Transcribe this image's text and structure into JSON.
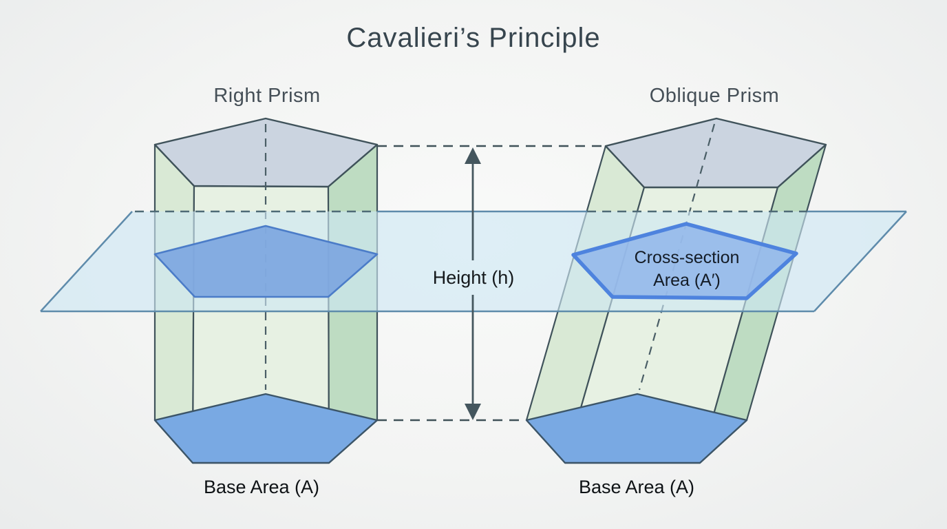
{
  "title": "Cavalieri’s Principle",
  "labels": {
    "left_prism": "Right Prism",
    "right_prism": "Oblique Prism",
    "height": "Height (h)",
    "cross_section_line1": "Cross-section",
    "cross_section_line2": "Area (A′)",
    "base_area_left": "Base Area (A)",
    "base_area_right": "Base Area (A)"
  },
  "colors": {
    "background": "#f1f2f1",
    "prism_outline": "#3f525a",
    "top_face_fill": "#cbd4e0",
    "front_face_fill": "#e6f0e2",
    "left_face_fill": "#d9e9d5",
    "right_face_fill": "#bedcc2",
    "base_fill": "#79a9e3",
    "base_outline": "#3c5568",
    "cross_section_fill": "#8cb0e8",
    "cross_section_stroke": "#4b7cc8",
    "cross_section_highlight_stroke": "#4e83de",
    "plane_fill": "#cde7f3",
    "plane_stroke": "#5e8bab",
    "dashed_line": "#3f5158",
    "title_text": "#37454e",
    "label_text": "#15191c"
  }
}
